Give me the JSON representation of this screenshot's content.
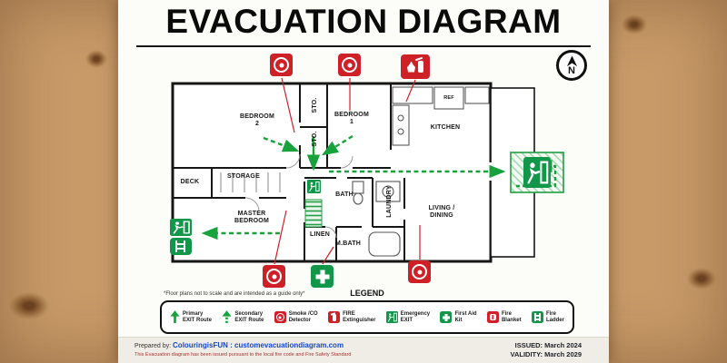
{
  "poster": {
    "title": "EVACUATION DIAGRAM",
    "north_label": "N",
    "note": "*Floor plans not to scale and are intended as a guide only*"
  },
  "rooms": {
    "bedroom2": "BEDROOM\n2",
    "sto1": "STO.",
    "bedroom1": "BEDROOM\n1",
    "sto2": "STO.",
    "kitchen": "KITCHEN",
    "ref": "REF",
    "deck": "DECK",
    "storage": "STORAGE",
    "master_bedroom": "MASTER\nBEDROOM",
    "bath": "BATH",
    "laundry": "LAUNDRY",
    "linen": "LINEN",
    "mbath": "M.BATH",
    "living_dining": "LIVING /\nDINING"
  },
  "legend": {
    "title": "LEGEND",
    "items": [
      {
        "icon": "primary-route-arrow",
        "label": "Primary\nEXIT Route"
      },
      {
        "icon": "secondary-route-arrow",
        "label": "Secondary\nEXIT Route"
      },
      {
        "icon": "smoke-co-detector",
        "label": "Smoke /CO\nDetector"
      },
      {
        "icon": "fire-extinguisher",
        "label": "FIRE\nExtinguisher"
      },
      {
        "icon": "emergency-exit",
        "label": "Emergency\nEXIT"
      },
      {
        "icon": "first-aid-kit",
        "label": "First Aid\nKit"
      },
      {
        "icon": "fire-blanket",
        "label": "Fire\nBlanket"
      },
      {
        "icon": "fire-ladder",
        "label": "Fire\nLadder"
      }
    ]
  },
  "footer": {
    "prepared_prefix": "Prepared by: ",
    "brand": "ColouringisFUN : customevacuationdiagram.com",
    "disclaimer": "This Evacuation diagram has been issued pursuant to the local fire code and Fire Safety Standard",
    "issued": "ISSUED: March 2024",
    "validity": "VALIDITY: March 2029"
  },
  "colors": {
    "route_green": "#18a23c",
    "alarm_red": "#ce2027",
    "exit_green": "#12974a",
    "brand_blue": "#1547c8"
  }
}
